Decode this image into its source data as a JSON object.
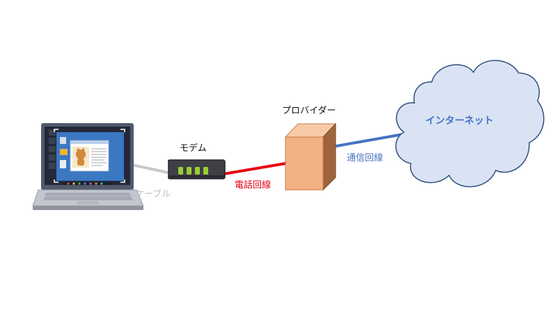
{
  "labels": {
    "cable": "ケーブル",
    "modem": "モデム",
    "phone_line": "電話回線",
    "provider": "プロバイダー",
    "comm_line": "通信回線",
    "internet": "インターネット"
  },
  "colors": {
    "cable": "#c8c8c8",
    "phone_line": "#e60012",
    "comm_line": "#4472c4",
    "provider_front": "#f4b183",
    "provider_side": "#a0643c",
    "cloud_fill": "#dae3f3",
    "cloud_stroke": "#2f4f7f",
    "internet_text": "#4472c4",
    "cable_text": "#bfbfbf"
  },
  "icons": {
    "laptop": "laptop-icon",
    "modem": "modem-icon",
    "provider": "server-box-icon",
    "internet": "cloud-icon"
  }
}
